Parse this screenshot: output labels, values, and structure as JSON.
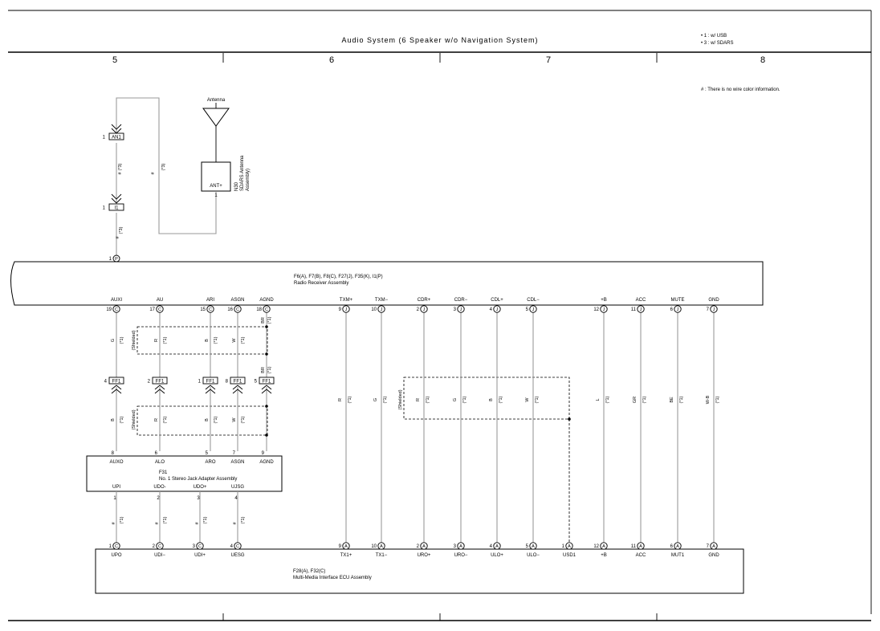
{
  "title": "Audio System (6 Speaker w/o Navigation System)",
  "notes": [
    "• 1 : w/ USB",
    "• 3 : w/ SDARS"
  ],
  "no_wire_color_note": "# : There is no wire color information.",
  "grid_columns": [
    "5",
    "6",
    "7",
    "8"
  ],
  "antenna": {
    "label": "Antenna",
    "pin_label": "ANT+",
    "pin": "1",
    "component": [
      "N30",
      "SDARS Antenna",
      "Assembly)"
    ]
  },
  "connectors_top": {
    "an1": "AN1",
    "an1_pin": "1",
    "i1": "I1",
    "i1_pin": "1",
    "p_pin": "1",
    "p_letter": "P"
  },
  "radio": {
    "codes": "F6(A), F7(B), F8(C), F27(J), F35(K), I1(P)",
    "name": "Radio Receiver Assembly"
  },
  "radio_pins": [
    {
      "label": "AUXI",
      "num": "19",
      "letter": "C"
    },
    {
      "label": "AU",
      "num": "17",
      "letter": "C"
    },
    {
      "label": "ARI",
      "num": "15",
      "letter": "C"
    },
    {
      "label": "ASGN",
      "num": "16",
      "letter": "C"
    },
    {
      "label": "AGND",
      "num": "18",
      "letter": "C"
    },
    {
      "label": "TXM+",
      "num": "9",
      "letter": "J"
    },
    {
      "label": "TXM−",
      "num": "10",
      "letter": "J"
    },
    {
      "label": "CDR+",
      "num": "2",
      "letter": "J"
    },
    {
      "label": "CDR−",
      "num": "3",
      "letter": "J"
    },
    {
      "label": "CDL+",
      "num": "4",
      "letter": "J"
    },
    {
      "label": "CDL−",
      "num": "5",
      "letter": "J"
    },
    {
      "label": "+B",
      "num": "12",
      "letter": "J"
    },
    {
      "label": "ACC",
      "num": "11",
      "letter": "J"
    },
    {
      "label": "MUTE",
      "num": "6",
      "letter": "J"
    },
    {
      "label": "GND",
      "num": "7",
      "letter": "J"
    }
  ],
  "ff1": {
    "label": "FF1",
    "pins": [
      "4",
      "2",
      "1",
      "8",
      "5"
    ]
  },
  "adapter": {
    "code": "F31",
    "name": "No. 1 Stereo Jack Adapter Assembly",
    "top_pins": [
      {
        "label": "AUXO",
        "num": "8"
      },
      {
        "label": "ALO",
        "num": "6"
      },
      {
        "label": "ARO",
        "num": "5"
      },
      {
        "label": "ASGN",
        "num": "7"
      },
      {
        "label": "AGND",
        "num": "9"
      }
    ],
    "bottom_pins": [
      {
        "label": "UPI",
        "num": "1"
      },
      {
        "label": "UDO-",
        "num": "2"
      },
      {
        "label": "UDO+",
        "num": "3"
      },
      {
        "label": "UJSG",
        "num": "4"
      }
    ]
  },
  "mmi": {
    "codes": "F28(A), F32(C)",
    "name": "Multi-Media Interface ECU Assembly",
    "pins": [
      {
        "label": "UPO",
        "num": "1",
        "letter": "C"
      },
      {
        "label": "UDI−",
        "num": "2",
        "letter": "C"
      },
      {
        "label": "UDI+",
        "num": "3",
        "letter": "C"
      },
      {
        "label": "UESG",
        "num": "4",
        "letter": "C"
      },
      {
        "label": "TX1+",
        "num": "9",
        "letter": "A"
      },
      {
        "label": "TX1−",
        "num": "10",
        "letter": "A"
      },
      {
        "label": "URO+",
        "num": "2",
        "letter": "A"
      },
      {
        "label": "URO−",
        "num": "3",
        "letter": "A"
      },
      {
        "label": "ULO+",
        "num": "4",
        "letter": "A"
      },
      {
        "label": "ULO−",
        "num": "5",
        "letter": "A"
      },
      {
        "label": "USD1",
        "num": "1",
        "letter": "A"
      },
      {
        "label": "+B",
        "num": "12",
        "letter": "A"
      },
      {
        "label": "ACC",
        "num": "11",
        "letter": "A"
      },
      {
        "label": "MUT1",
        "num": "6",
        "letter": "A"
      },
      {
        "label": "GND",
        "num": "7",
        "letter": "A"
      }
    ]
  },
  "wire_upper": [
    {
      "color": "G",
      "note": "(*1)"
    },
    {
      "color": "R",
      "note": "(*1)"
    },
    {
      "color": "B",
      "note": "(*1)"
    },
    {
      "color": "W",
      "note": "(*1)"
    },
    {
      "color": "BR",
      "note": "(*1)"
    }
  ],
  "wire_lower": [
    {
      "color": "B",
      "note": "(*1)"
    },
    {
      "color": "R",
      "note": "(*1)"
    },
    {
      "color": "B",
      "note": "(*1)"
    },
    {
      "color": "W",
      "note": "(*1)"
    }
  ],
  "wire_right": [
    {
      "color": "R",
      "note": "(*1)"
    },
    {
      "color": "G",
      "note": "(*1)"
    },
    {
      "color": "R",
      "note": "(*1)"
    },
    {
      "color": "G",
      "note": "(*1)"
    },
    {
      "color": "B",
      "note": "(*1)"
    },
    {
      "color": "W",
      "note": "(*1)"
    },
    {
      "color": "L",
      "note": "(*1)"
    },
    {
      "color": "GR",
      "note": "(*1)"
    },
    {
      "color": "BE",
      "note": "(*1)"
    },
    {
      "color": "W-B",
      "note": "(*1)"
    }
  ],
  "usb_wires": {
    "mark": "#",
    "note": "(*1)"
  },
  "antenna_wires": {
    "mark": "#",
    "note": "(*3)"
  },
  "shielded": "(Shielded)"
}
